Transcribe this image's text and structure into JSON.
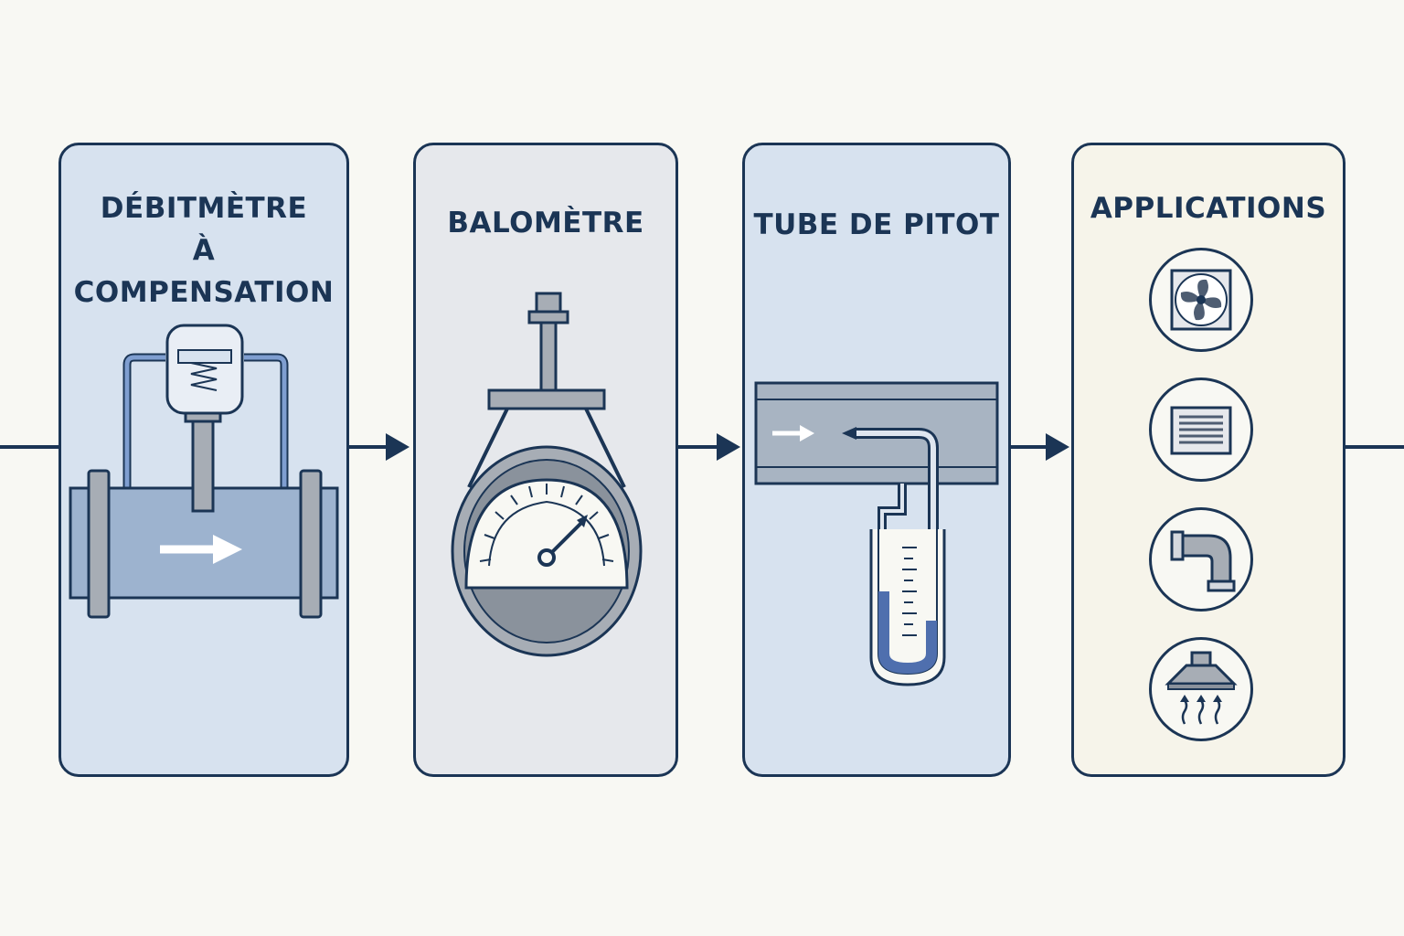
{
  "diagram": {
    "panels": [
      {
        "title_line1": "DÉBITMÈTRE",
        "title_line2": "À COMPENSATION"
      },
      {
        "title": "BALOMÈTRE"
      },
      {
        "title": "TUBE DE PITOT"
      },
      {
        "title": "APPLICATIONS"
      }
    ],
    "application_icons": [
      "fan-icon",
      "grille-icon",
      "duct-elbow-icon",
      "exhaust-hood-icon"
    ],
    "colors": {
      "line": "#1b3555",
      "panel_blue": "#d7e2ef",
      "panel_gray": "#e6e8ec",
      "panel_cream": "#f6f4ea",
      "pipe_blue": "#9db3cf",
      "metal_gray": "#a7adb5"
    }
  }
}
